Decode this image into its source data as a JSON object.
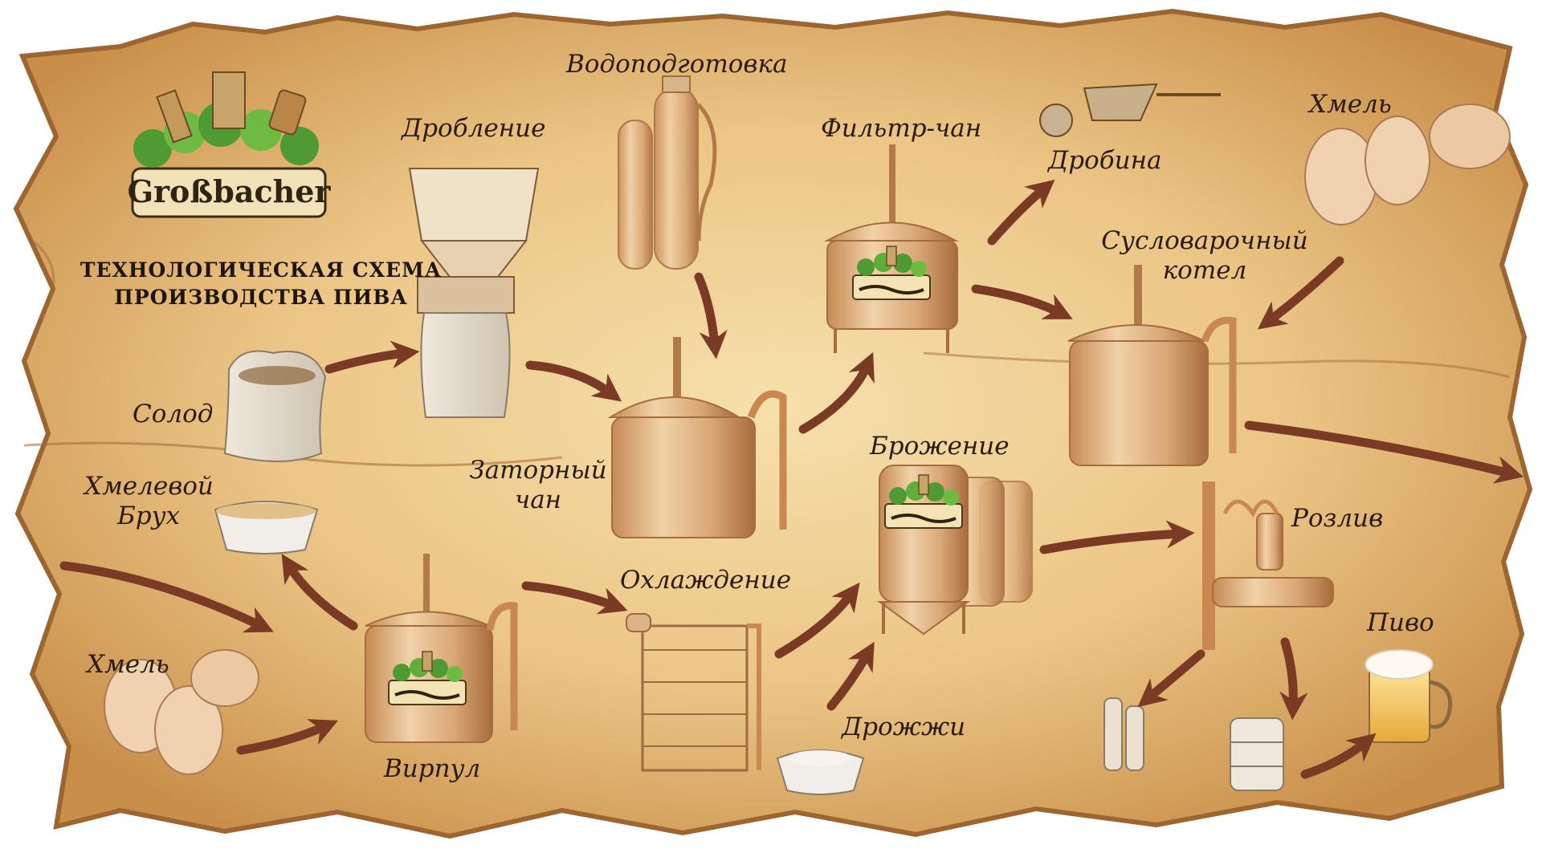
{
  "title": {
    "line1": "ТЕХНОЛОГИЧЕСКАЯ СХЕМА",
    "line2": "ПРОИЗВОДСТВА ПИВА"
  },
  "logo": {
    "text": "Großbacher",
    "icon": "brewery-logo-icon"
  },
  "stages": {
    "vodopodgotovka": "Водоподготовка",
    "droblenie": "Дробление",
    "filtr_chan": "Фильтр-чан",
    "drobina": "Дробина",
    "hmel_top": "Хмель",
    "suslovarochny_line1": "Сусловарочный",
    "suslovarochny_line2": "котел",
    "solod": "Солод",
    "zatorny_line1": "Заторный",
    "zatorny_line2": "чан",
    "brozhenie": "Брожение",
    "hmelevoy_line1": "Хмелевой",
    "hmelevoy_line2": "Брух",
    "rozliv": "Розлив",
    "ohlazhdenie": "Охлаждение",
    "pivo": "Пиво",
    "hmel_bottom": "Хмель",
    "drozhzhi": "Дрожжи",
    "virpul": "Вирпул"
  },
  "colors": {
    "parchment": "#e8c07a",
    "parchment_light": "#f2d9a2",
    "parchment_edge": "#b9803e",
    "copper": "#c8884f",
    "copper_dark": "#8b5a30",
    "arrow": "#7a3a24",
    "text": "#2a1a0c",
    "green": "#3d8a2c"
  }
}
